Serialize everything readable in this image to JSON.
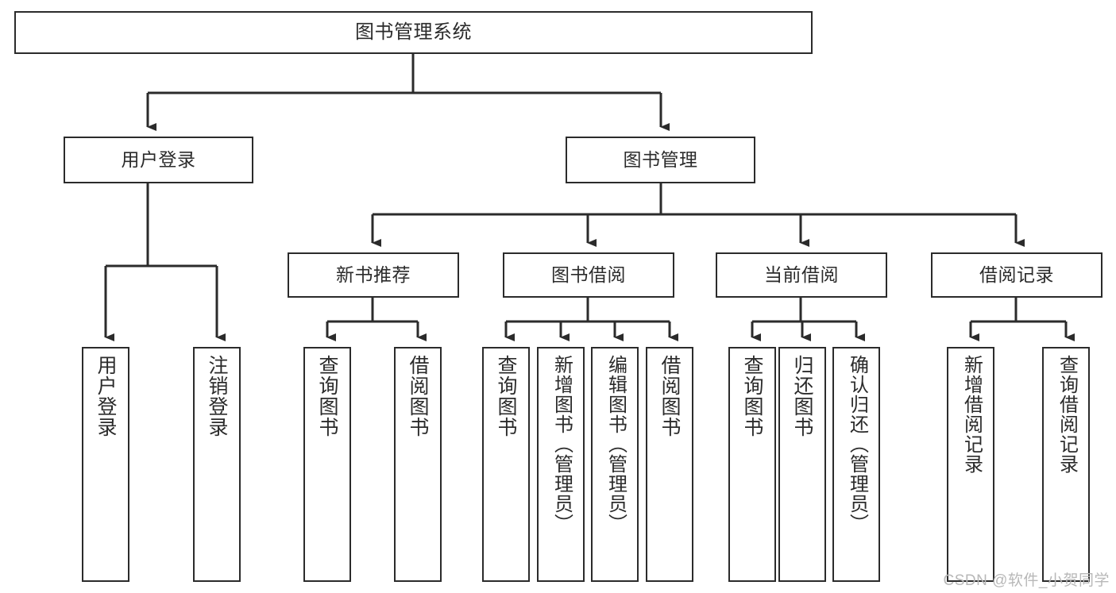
{
  "diagram": {
    "type": "tree-hierarchy",
    "title": "图书管理系统",
    "watermark": "CSDN @软件_小贺同学",
    "colors": {
      "box_border": "#2b2b2b",
      "box_fill": "#ffffff",
      "connector": "#2b2b2b",
      "text": "#2b2b2b",
      "watermark": "#b8b8b8"
    },
    "nodes": {
      "root": {
        "label": "图书管理系统",
        "level": 1
      },
      "level2": [
        {
          "id": "user-login",
          "label": "用户登录"
        },
        {
          "id": "book-management",
          "label": "图书管理"
        }
      ],
      "level3": [
        {
          "id": "new-book-recommend",
          "label": "新书推荐",
          "parent": "book-management"
        },
        {
          "id": "book-borrow",
          "label": "图书借阅",
          "parent": "book-management"
        },
        {
          "id": "current-borrow",
          "label": "当前借阅",
          "parent": "book-management"
        },
        {
          "id": "borrow-record",
          "label": "借阅记录",
          "parent": "book-management"
        }
      ],
      "leaves": [
        {
          "id": "leaf-user-login",
          "label": "用户登录",
          "parent": "user-login"
        },
        {
          "id": "leaf-logout-login",
          "label": "注销登录",
          "parent": "user-login"
        },
        {
          "id": "leaf-query-book-1",
          "label": "查询图书",
          "parent": "new-book-recommend"
        },
        {
          "id": "leaf-borrow-book-1",
          "label": "借阅图书",
          "parent": "new-book-recommend"
        },
        {
          "id": "leaf-query-book-2",
          "label": "查询图书",
          "parent": "book-borrow"
        },
        {
          "id": "leaf-add-book-admin",
          "label": "新增图书（管理员）",
          "parent": "book-borrow"
        },
        {
          "id": "leaf-edit-book-admin",
          "label": "编辑图书（管理员）",
          "parent": "book-borrow"
        },
        {
          "id": "leaf-borrow-book-2",
          "label": "借阅图书",
          "parent": "book-borrow"
        },
        {
          "id": "leaf-query-book-3",
          "label": "查询图书",
          "parent": "current-borrow"
        },
        {
          "id": "leaf-return-book",
          "label": "归还图书",
          "parent": "current-borrow"
        },
        {
          "id": "leaf-confirm-return-admin",
          "label": "确认归还（管理员）",
          "parent": "current-borrow"
        },
        {
          "id": "leaf-add-borrow-record",
          "label": "新增借阅记录",
          "parent": "borrow-record"
        },
        {
          "id": "leaf-query-borrow-record",
          "label": "查询借阅记录",
          "parent": "borrow-record"
        }
      ]
    }
  }
}
